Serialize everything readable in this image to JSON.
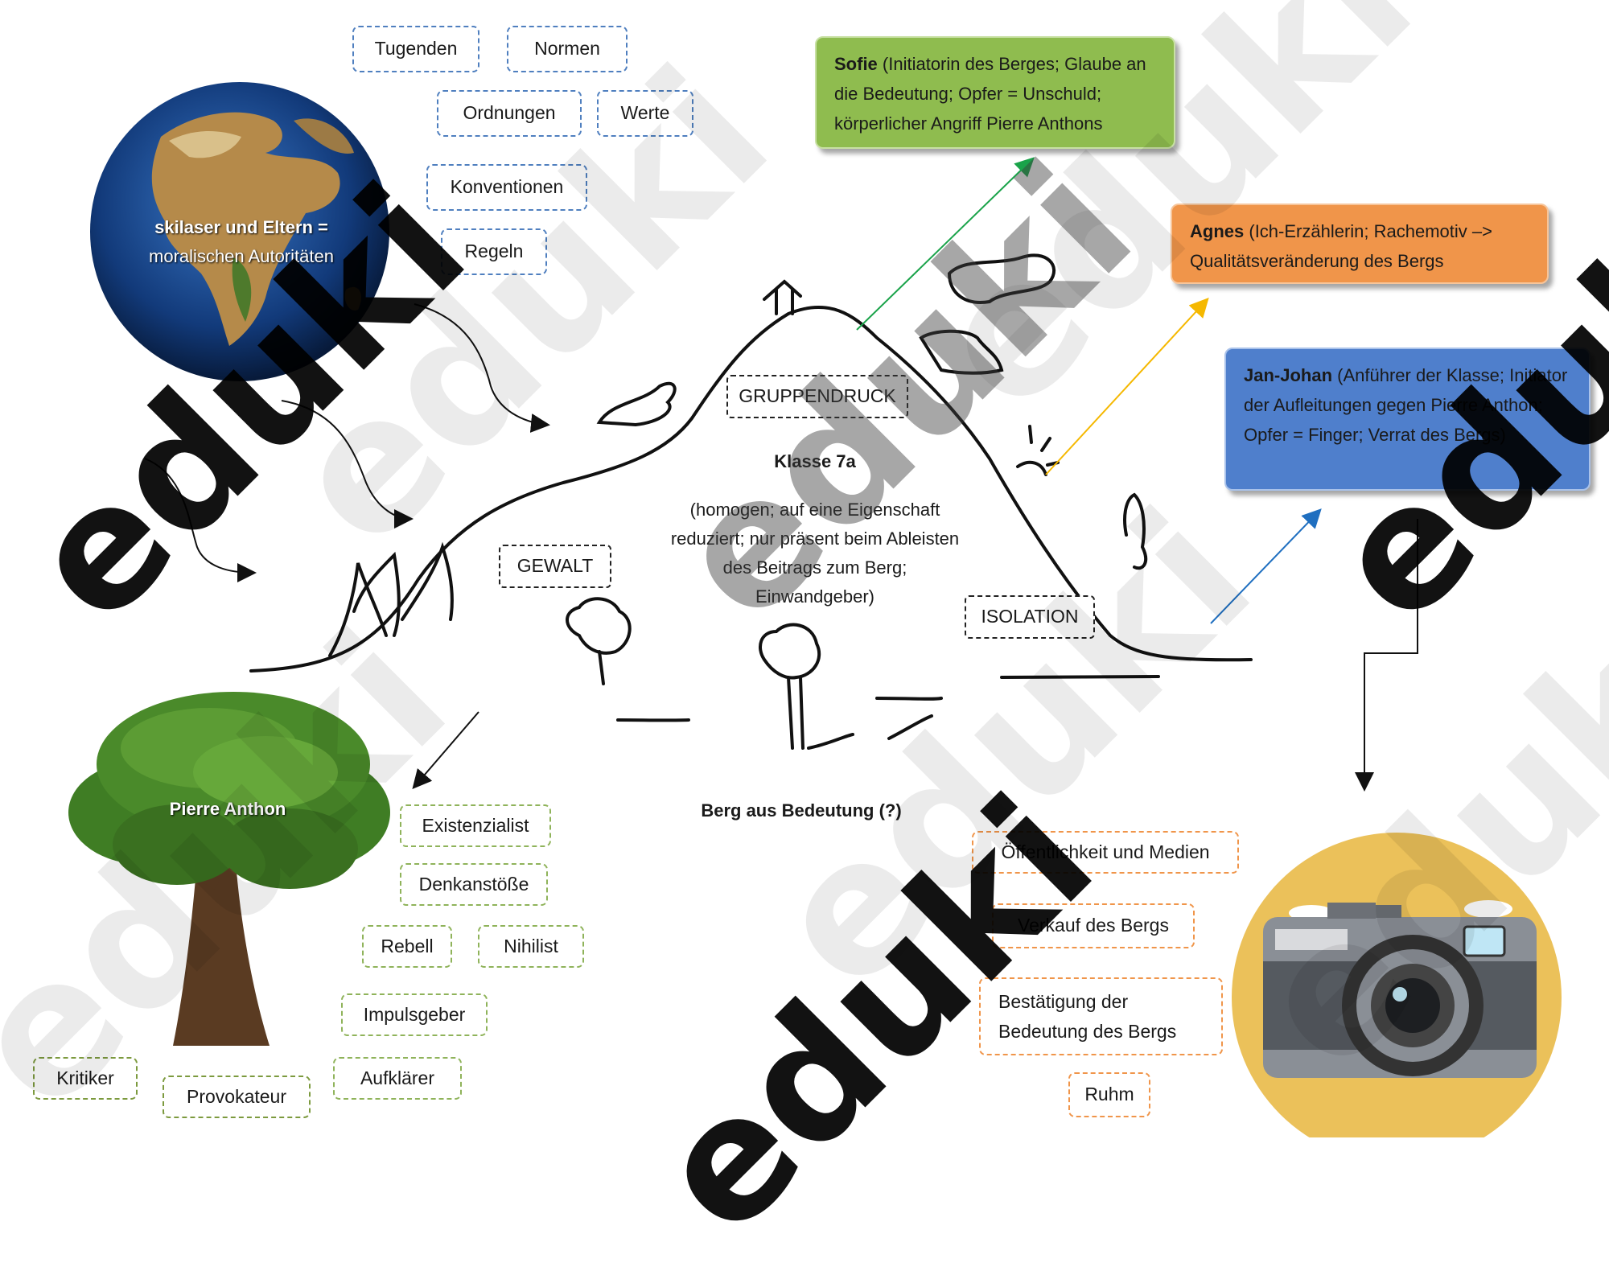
{
  "globe": {
    "caption_line1": "skilaser und Eltern =",
    "caption_line2": "moralischen Autoritäten"
  },
  "values_boxes": {
    "tugenden": "Tugenden",
    "normen": "Normen",
    "ordnungen": "Ordnungen",
    "werte": "Werte",
    "konventionen": "Konventionen",
    "regeln": "Regeln"
  },
  "characters": {
    "sofie": {
      "name": "Sofie",
      "text": " (Initiatorin des Berges; Glaube an die Bedeutung; Opfer = Unschuld; körperlicher Angriff Pierre Anthons",
      "color": "#8fbc4f"
    },
    "agnes": {
      "name": "Agnes",
      "text": " (Ich-Erzählerin; Rachemotiv –> Qualitätsveränderung des Bergs",
      "color": "#f0954a"
    },
    "janjohan": {
      "name": "Jan-Johan",
      "text": " (Anführer der Klasse; Initiator der Aufleitungen gegen Pierre Anthon; Opfer = Finger; Verrat des Bergs)",
      "color": "#4f7fcc"
    }
  },
  "mountain": {
    "gruppendruck": "GRUPPENDRUCK",
    "gewalt": "GEWALT",
    "isolation": "ISOLATION",
    "klasse_title": "Klasse 7a",
    "klasse_desc_line1": "(homogen; auf eine Eigenschaft",
    "klasse_desc_line2": "reduziert; nur präsent beim Ableisten",
    "klasse_desc_line3": "des Beitrags zum Berg;",
    "klasse_desc_line4": "Einwandgeber)",
    "title": "Berg aus Bedeutung (?)"
  },
  "pierre": {
    "name": "Pierre Anthon",
    "traits": {
      "existenzialist": "Existenzialist",
      "denkanstoesse": "Denkanstöße",
      "rebell": "Rebell",
      "nihilist": "Nihilist",
      "impulsgeber": "Impulsgeber",
      "aufklaerer": "Aufklärer",
      "kritiker": "Kritiker",
      "provokateur": "Provokateur"
    }
  },
  "media": {
    "oeffentlichkeit": "Öffentlichkeit und Medien",
    "verkauf": "Verkauf des Bergs",
    "bestaetigung_line1": "Bestätigung der",
    "bestaetigung_line2": "Bedeutung des Bergs",
    "ruhm": "Ruhm"
  },
  "watermark": "eduki"
}
